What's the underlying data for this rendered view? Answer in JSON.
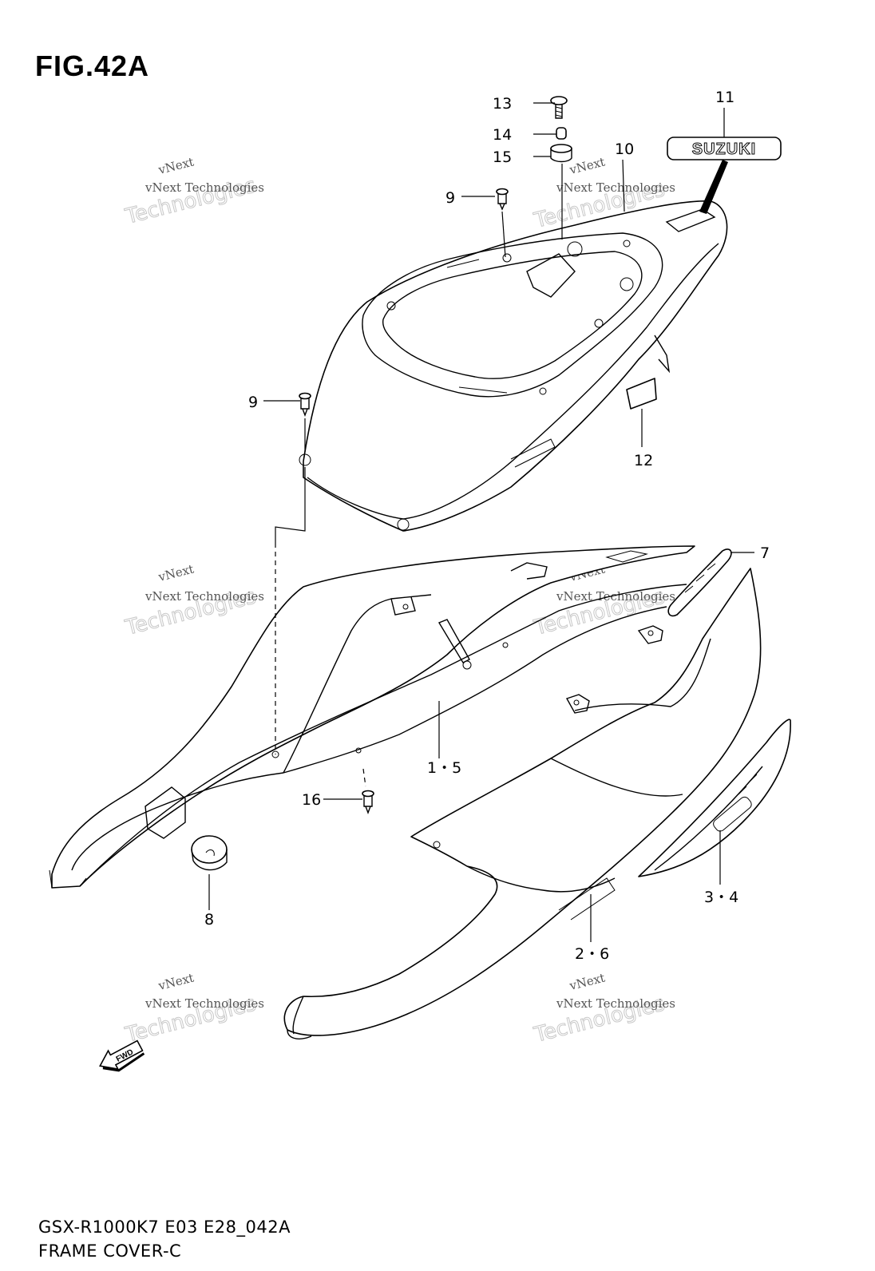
{
  "figure": {
    "title": "FIG.42A",
    "model_code": "GSX-R1000K7 E03 E28_042A",
    "section_name": "FRAME COVER-C"
  },
  "callouts": {
    "c13": "13",
    "c14": "14",
    "c15": "15",
    "c11": "11",
    "c10": "10",
    "c9a": "9",
    "c9b": "9",
    "c12": "12",
    "c7": "7",
    "c15b": "1・5",
    "c16": "16",
    "c8": "8",
    "c34": "3・4",
    "c26": "2・6"
  },
  "emblem_text": "SUZUKI",
  "fwd_label": "FWD",
  "watermark": {
    "line1": "vNext Technologies",
    "line2": "Technologies",
    "line3": "vNext"
  },
  "icons": {
    "fwd_arrow": "fwd-arrow-icon"
  }
}
